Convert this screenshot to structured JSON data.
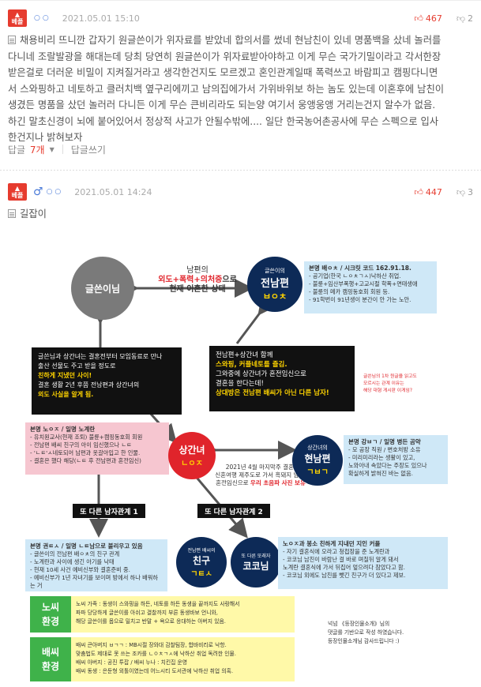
{
  "post1": {
    "badge": "베플",
    "date": "2021.05.01 15:10",
    "up_count": "467",
    "down_count": "2",
    "lines": [
      "채용비리 뜨니깐 갑자기 원글쓴이가 위자료를 받았네 합의서를 썼네 현남친이 있네 명품백을 샀네 놀러를",
      "다니네 조랄발광을 해대는데 당최 당연히 원글쓴이가 위자료받아야하고 이게 무슨 국가기밀이라고 각서한장",
      "받은걸로 더러운 비밀이 지켜질거라고 생각한건지도 모르겠고 혼인관계일때 폭력쓰고 바람피고 캠핑다니면",
      "서 스와핑하고 네토하고 클러치백 옆구리에끼고 남의집에가서 가위바위보 하는 놈도 있는데 이혼후에 남친이",
      "생겼든 명품을 샀던 놀러러 다니든 이게 무슨 큰비리라도 되는양 여기서 웅앵웅앵 거리는건지 알수가 없음.",
      "하긴 말초신경이 뇌에 붙어있어서 정상적 사고가 안될수밖에.... 일단 한국농어촌공사에 무슨 스펙으로 입사",
      "한건지나 밝혀보자"
    ],
    "reply_label": "답글",
    "reply_count": "7개",
    "write_reply": "답글쓰기"
  },
  "post2": {
    "badge": "베플",
    "date": "2021.05.01 14:24",
    "up_count": "447",
    "down_count": "3",
    "text": "길잡이"
  },
  "diagram": {
    "writer": "글쓴이님",
    "ex_husband_title": "글쓴이의",
    "ex_husband_name": "전남편",
    "ex_husband_sub": "ㅂㅇㅊ",
    "center_title": "남편의",
    "center_red": "외도+폭력+의처증",
    "center_suffix": "으로",
    "center_line2": "현재 이혼한 상태",
    "ex_box": [
      "본명 배ㅇㅊ / 시크릿 코드 162.91.18.",
      "- 공기업(한국 ㄴㅇㅊㄱㅅ)낙하산 취업.",
      "- 불륜+임산부폭행+고교시절 학폭+면태생애",
      "- 불륜의 메카 캠핑동호회 회원 등.",
      "- 91학번이 91년생이 분간이 안 가는 노안."
    ],
    "black_left": [
      "글쓴님과 상간녀는 결혼전부터 모임동료로 만나",
      "출산 선물도 주고 받을 정도로",
      "친하게 지냈던 사이!",
      "결혼 생활 2년 후쯤 전남편과 상간녀의",
      "외도 사실을 알게 됨."
    ],
    "black_mid": [
      "전남편+상간녀 함께",
      "스와핑, 커플네토를 즐김.",
      "그와중에 상간녀가 혼전임신으로",
      "결혼을 한다는데!",
      "상대방은 전남편 배씨가 아닌 다른 남자!"
    ],
    "red_note": [
      "글쓴님의 1차 원글을 읽고도",
      "모르시는 관계 이유는",
      "해당 대형 게시판 이게임?"
    ],
    "mistress_box": [
      "본명 노ㅇㅈ / 일명 노계란",
      "- 유치원교사(현재 조퇴) 불륜+캠핑동호회 회원",
      "- 전남편 배씨 친구의 아이 임신했으나 ㄴㅌ",
      "- 'ㄴㅌ'ㅅ네토되어 남편과 옷갈아입고 한 인물.",
      "- 결혼은 했다 해당(ㄴㅌ 후 전남편과 혼전임신)"
    ],
    "mistress_name": "상간녀",
    "mistress_sub": "ㄴㅇㅈ",
    "husband_title": "상간녀의",
    "husband_name": "현남편",
    "husband_sub": "ㄱㅂㄱ",
    "husband_box": [
      "본명 강ㅂㄱ / 일명 병든 곰약",
      "- 모 공장 직원 / 변호처방 소유",
      "- 미리미리라는 생활이 있고,",
      "노와아내 속았다는 주장도 있으나",
      "확실하게 밝혀진 바는 없음."
    ],
    "wedding_line1": "2021년 4월 마지막주 결혼.",
    "wedding_line2": "신혼여행 제주도로 가서 흑돼지 남님.",
    "wedding_line3_pre": "혼전임신으로 ",
    "wedding_line3_red": "우리 초음파 사진 보유",
    "relation1": "또 다른 남자관계 1",
    "relation2": "또 다른 남자관계 2",
    "friend_box": [
      "본명 권ㅌㅅ / 일명 ㄴㅌ남으로 불리우고 있음",
      "- 글쓴이의 전남편 배ㅇㅊ의 친구 관계",
      "- 노계란과 사이에 생긴 아기를 낙태",
      "- 현재 10세 사건 예비신부와 결혼준비 중.",
      "- 예비신부가 1년 자녀기를 보이며 방에서 하나 배워하는 거"
    ],
    "friend_title": "전남편 배씨의",
    "friend_name": "친구",
    "friend_sub": "ㄱㅌㅅ",
    "koko_title": "또 다른 또래자",
    "koko_name": "코코님",
    "koko_box": [
      "노ㅇㅈ과 봉소 친하게 지내던 지인 커플",
      "- 자기 결혼식에 오라고 청첩장을 준 노계란과",
      "- 코코님 남친이 바람난 걸 바로 며칠뒤 알게 돼서",
      "노계란 결혼식에 가서 뒤집어 엎으려다 참았다고 함.",
      "- 코코님 외에도 남친를 뺏긴 친구가 더 있다고 제보."
    ],
    "env1_tag": [
      "노씨",
      "환경"
    ],
    "env1_text": [
      "노씨 가족 : 동생이 스와핑을 하든, 네토를 하든 동생을 끝까지도 사랑해서",
      "파파 당당하게 글쓴이를 아쉬고 결찰까지 부른 동생바보 언니와,",
      "해당 글쓴이를 몹으로 밀치고 반말 + 욕으로 응대하는 아버지 있음."
    ],
    "env2_tag": [
      "배씨",
      "환경"
    ],
    "env2_text": [
      "배씨 큰아버지 ㅂㄱㄱ : MB시절 장와대 감찰팀장, 합바비리로 낙항.",
      "맞춤법도 제대로 못 쓰는 조카를 ㄴㅇㅊㄱㅅ에 낙하산 취업 독려한 인물.",
      "배씨 아버지 : 공진 투잡 / 배씨 누나 : 치킨집 운영",
      "배씨 동생 : 은둔형 외톨이였는데 어느시티 도서관에 낙하산 취업 의혹."
    ],
    "thanks": [
      "넉넘 《등장인물소개》님의",
      "댓글를 기반으로 작성 하였습니다.",
      "등장인물소개님 감사드립니다 :)"
    ]
  }
}
